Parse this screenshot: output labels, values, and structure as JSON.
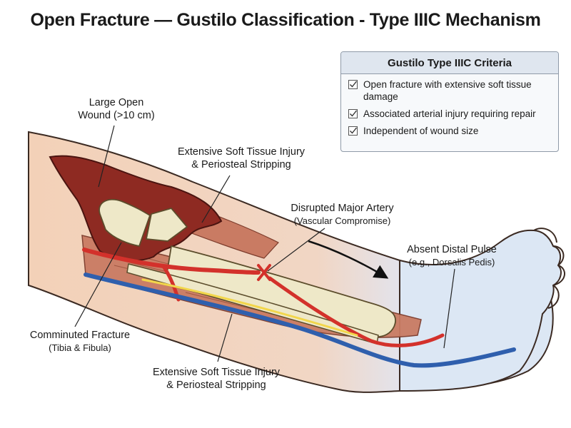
{
  "title": "Open Fracture — Gustilo Classification - Type IIIC Mechanism",
  "criteria": {
    "title": "Gustilo Type IIIC Criteria",
    "items": [
      "Open fracture with extensive soft tissue damage",
      "Associated arterial injury requiring repair",
      "Independent of wound size"
    ]
  },
  "labels": {
    "wound": {
      "line1": "Large Open",
      "line2": "Wound (>10 cm)"
    },
    "soft_tissue_top": {
      "line1": "Extensive Soft Tissue Injury",
      "line2": "& Periosteal Stripping"
    },
    "artery": {
      "line1": "Disrupted Major Artery",
      "line2": "(Vascular Compromise)"
    },
    "pulse": {
      "line1": "Absent Distal Pulse",
      "line2": "(e.g., Dorsalis Pedis)"
    },
    "fracture": {
      "line1": "Comminuted Fracture",
      "line2": "(Tibia & Fibula)"
    },
    "soft_tissue_bottom": {
      "line1": "Extensive Soft Tissue Injury",
      "line2": "& Periosteal Stripping"
    }
  },
  "colors": {
    "skin": "#f4d5bf",
    "muscle": "#c97b63",
    "wound": "#8e2a22",
    "bone": "#eee8c8",
    "artery": "#d3312b",
    "vein": "#2f5fad",
    "nerve": "#f2d64b",
    "foot_ischemic": "#dce7f4"
  }
}
